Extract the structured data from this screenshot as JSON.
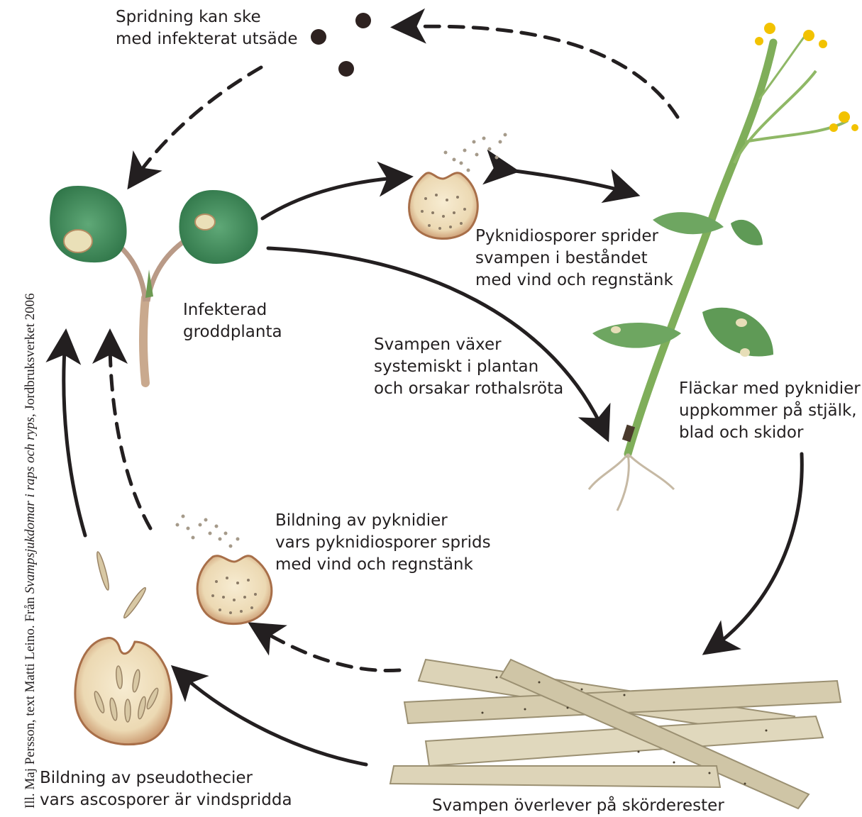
{
  "labels": {
    "seed_spread": [
      "Spridning kan ske",
      "med infekterat utsäde"
    ],
    "seedling": [
      "Infekterad",
      "groddplanta"
    ],
    "pycnidiospores_spread": [
      "Pyknidiosporer sprider",
      "svampen i beståndet",
      "med vind och regnstänk"
    ],
    "systemic": [
      "Svampen växer",
      "systemiskt i plantan",
      "och orsakar rothalsröta"
    ],
    "spots": [
      "Fläckar med pyknidier",
      "uppkommer på stjälk,",
      "blad och skidor"
    ],
    "pycnidia_formation": [
      "Bildning av pyknidier",
      "vars pyknidiosporer sprids",
      "med vind och regnstänk"
    ],
    "pseudothecia": [
      "Bildning av pseudothecier",
      "vars ascosporer är vindspridda"
    ],
    "residues": [
      "Svampen överlever på skörderester"
    ]
  },
  "credit": {
    "prefix": "Ill. Maj Persson, text Matti Leino. Från ",
    "title": "Svampsjukdomar i raps och ryps",
    "suffix": ", Jordbruksverket 2006"
  },
  "colors": {
    "arrow": "#231f20",
    "leaf": "#3f8f5a",
    "leaf_dark": "#2b6e43",
    "stem": "#7fae5a",
    "flower": "#f2c200",
    "pycnidium_fill": "#f3e6c8",
    "pycnidium_rim": "#b07a55",
    "straw": "#d9d0b4",
    "straw_dark": "#a79c7c",
    "seed": "#2e2220"
  }
}
